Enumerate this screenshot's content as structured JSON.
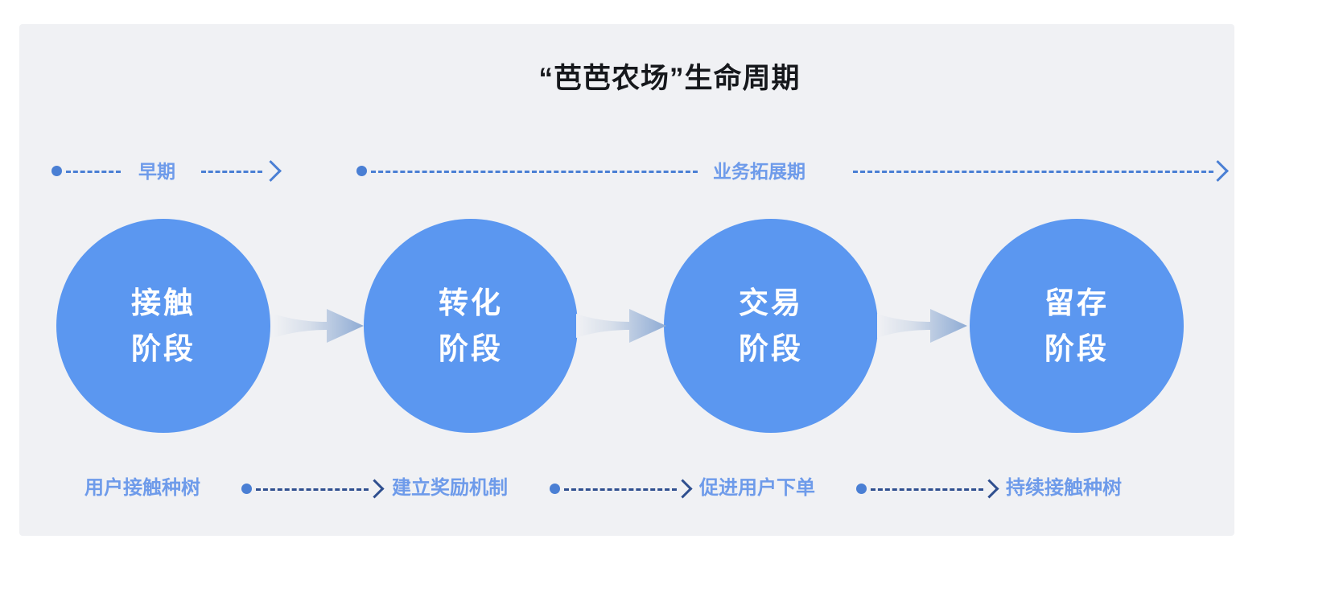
{
  "page": {
    "background": "#ffffff",
    "panel_background": "#F0F1F4",
    "accent_circle": "#5B97F0",
    "accent_label": "#6E9BEA",
    "accent_line": "#4A7FD4",
    "title_color": "#16181C"
  },
  "header": {
    "title": "“芭芭农场”生命周期"
  },
  "phases": [
    {
      "label": "早期"
    },
    {
      "label": "业务拓展期"
    }
  ],
  "stages": [
    {
      "line1": "接触",
      "line2": "阶段"
    },
    {
      "line1": "转化",
      "line2": "阶段"
    },
    {
      "line1": "交易",
      "line2": "阶段"
    },
    {
      "line1": "留存",
      "line2": "阶段"
    }
  ],
  "actions": [
    {
      "label": "用户接触种树"
    },
    {
      "label": "建立奖励机制"
    },
    {
      "label": "促进用户下单"
    },
    {
      "label": "持续接触种树"
    }
  ],
  "icons": {
    "phase_start_dot": "dot-marker",
    "phase_arrow": "arrow-right-icon",
    "flow_arrow": "thick-arrow-right-icon",
    "action_arrow": "arrow-right-icon"
  }
}
